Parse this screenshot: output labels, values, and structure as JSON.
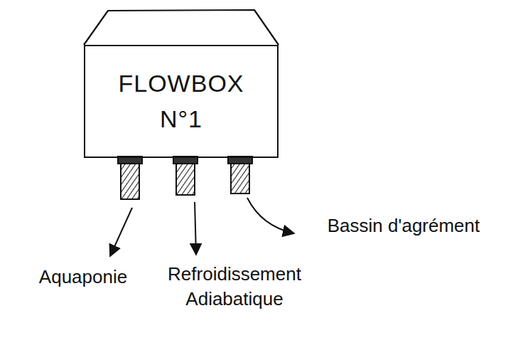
{
  "diagram": {
    "nodes": [
      {
        "text": [
          "FLOWBOX N°1"
        ]
      }
    ],
    "labels": [
      "Aquaponie",
      "Refroidissement Adiabatique",
      "Bassin d'agrément"
    ]
  }
}
